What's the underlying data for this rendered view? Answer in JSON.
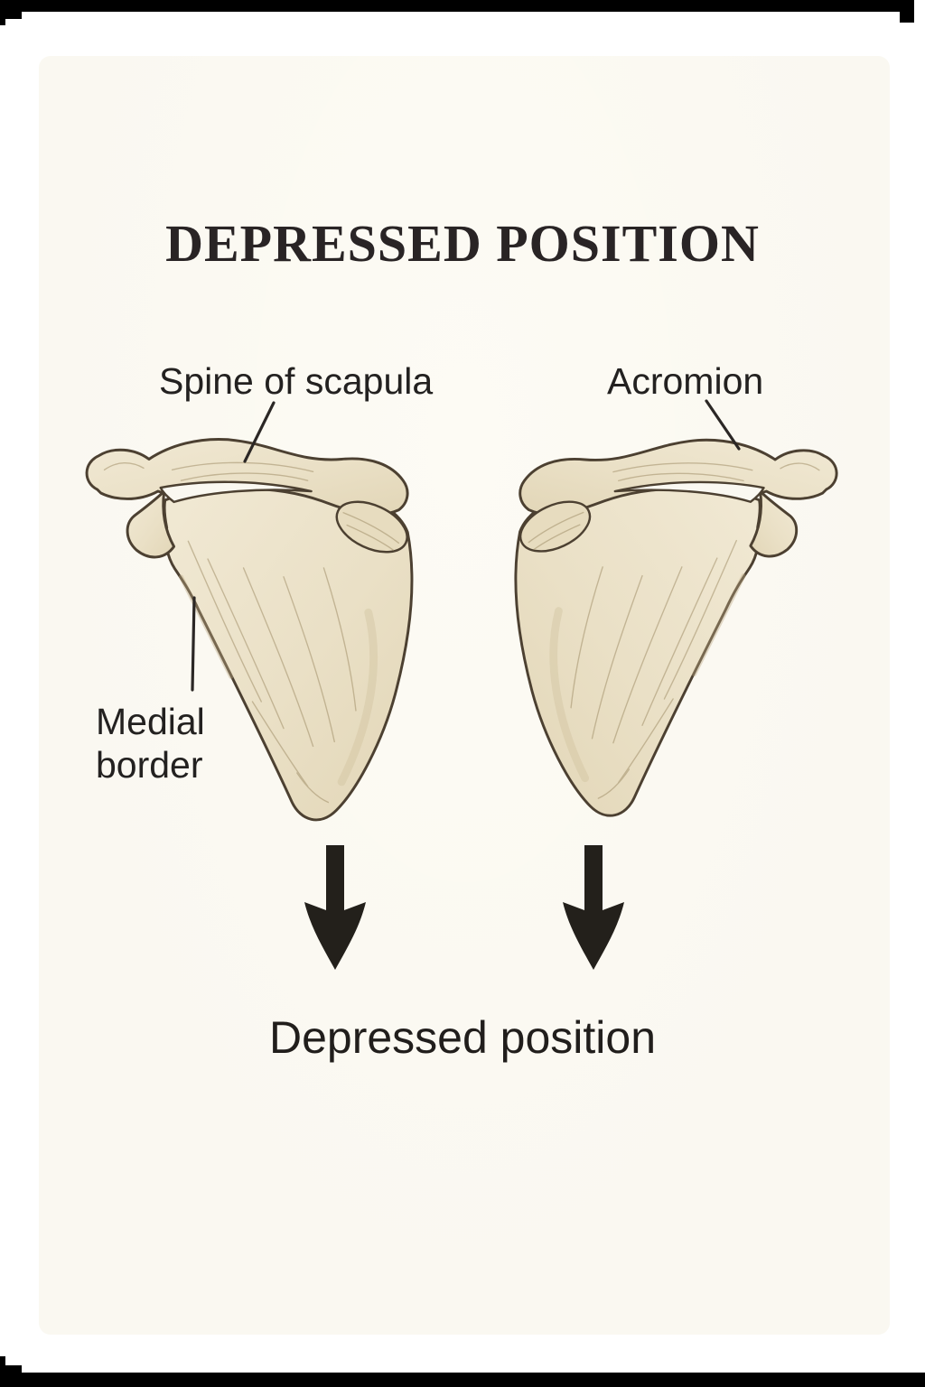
{
  "title": "DEPRESSED POSITION",
  "labels": {
    "spine_of_scapula": "Spine of scapula",
    "acromion": "Acromion",
    "medial_border": "Medial border"
  },
  "caption": "Depressed position",
  "icons": {
    "down_arrow_left": "↓",
    "down_arrow_right": "↓"
  },
  "colors": {
    "frame_edge": "#000000",
    "frame_margin": "#ffffff",
    "canvas_background": "#faf8f1",
    "bone_fill_light": "#f0e8d2",
    "bone_fill_dark": "#e2d6b7",
    "bone_outline": "#4c4031",
    "bone_hatch": "#a2906a",
    "fossa_fill": "#e7dcbf",
    "label_text": "#232120",
    "title_text": "#292425",
    "arrow": "#23201b",
    "leader_line": "#2b2725"
  }
}
